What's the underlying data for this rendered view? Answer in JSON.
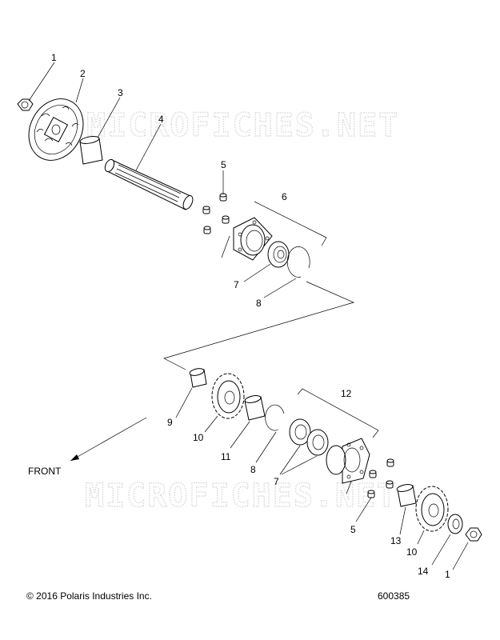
{
  "watermark": "MICROFICHES.NET",
  "direction_label": "FRONT",
  "copyright": "© 2016 Polaris Industries Inc.",
  "diagram_number": "600385",
  "callouts": {
    "c1a": "1",
    "c2": "2",
    "c3": "3",
    "c4": "4",
    "c5a": "5",
    "c6": "6",
    "c7a": "7",
    "c8a": "8",
    "c9": "9",
    "c10a": "10",
    "c11": "11",
    "c8b": "8",
    "c7b": "7",
    "c12": "12",
    "c5b": "5",
    "c13": "13",
    "c10b": "10",
    "c14": "14",
    "c1b": "1"
  }
}
